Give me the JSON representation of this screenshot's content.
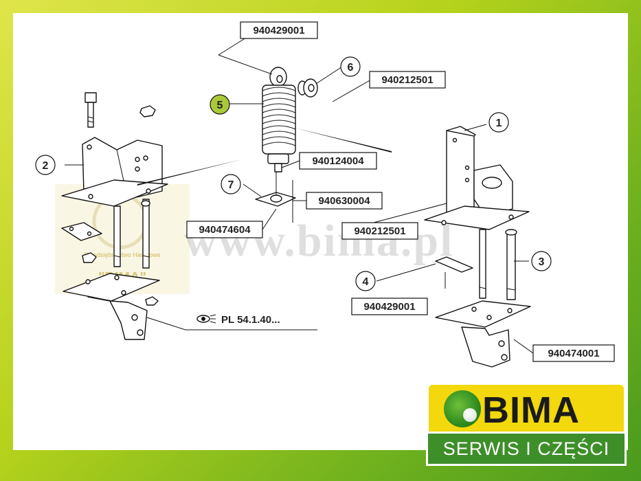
{
  "diagram": {
    "part_numbers": {
      "top_shaft": "940429001",
      "washer_6": "940212501",
      "shock_lower": "940124004",
      "plate_nut": "940630004",
      "plate_bolt": "940474604",
      "right_nut": "940212501",
      "right_rod": "940429001",
      "right_bolt": "940474001"
    },
    "callouts": {
      "c1": "1",
      "c2": "2",
      "c3": "3",
      "c4": "4",
      "c5": "5",
      "c6": "6",
      "c7": "7"
    },
    "reference": "PL 54.1.40...",
    "watermark": {
      "url": "www.bima.pl",
      "company_line": "Przedsiębiorstwo Handlowe",
      "company_name": "\"BIMA\""
    },
    "highlight_color": "#a9c83a"
  },
  "logo": {
    "brand": "BIMA",
    "tagline": "SERWIS I CZĘŚCI",
    "yellow": "#f2d80d",
    "green": "#3e8f2a"
  }
}
